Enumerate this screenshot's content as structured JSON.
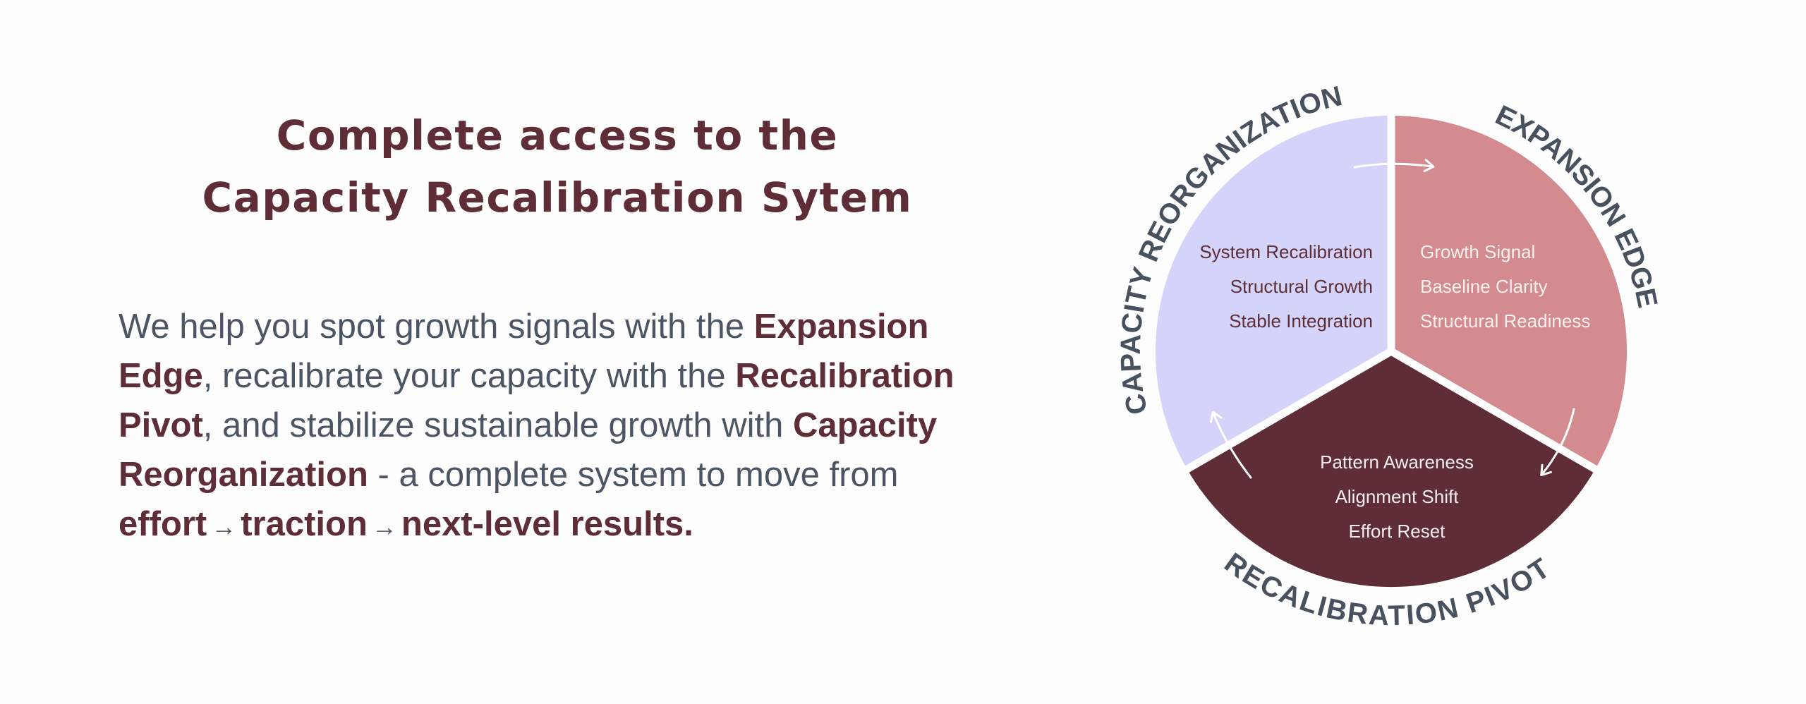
{
  "headline": {
    "line1": "Complete access to the",
    "line2": "Capacity Recalibration Sytem"
  },
  "body": {
    "lines": [
      [
        {
          "t": "We help you spot growth signals with the ",
          "s": "normal"
        },
        {
          "t": "Expansion",
          "s": "bold"
        }
      ],
      [
        {
          "t": "Edge",
          "s": "bold"
        },
        {
          "t": ", recalibrate your capacity with the ",
          "s": "normal"
        },
        {
          "t": "Recalibration",
          "s": "bold"
        }
      ],
      [
        {
          "t": "Pivot",
          "s": "bold"
        },
        {
          "t": ", and stabilize sustainable growth with ",
          "s": "normal"
        },
        {
          "t": "Capacity",
          "s": "bold"
        }
      ],
      [
        {
          "t": "Reorganization",
          "s": "bold"
        },
        {
          "t": " - a complete system to move from",
          "s": "normal"
        }
      ],
      [
        {
          "t": "effort",
          "s": "bold"
        },
        {
          "t": "→",
          "s": "arrow"
        },
        {
          "t": "traction",
          "s": "bold"
        },
        {
          "t": "→",
          "s": "arrow"
        },
        {
          "t": "next-level results.",
          "s": "bold"
        }
      ]
    ]
  },
  "colors": {
    "accent": "#5e2d36",
    "text_gray": "#4b5563",
    "label_gray": "#48515e",
    "lavender": "#d4d3f9",
    "rose": "#d38b8f",
    "maroon": "#5e2d36",
    "background": "#fdfdfe"
  },
  "diagram": {
    "segments": [
      {
        "id": "capacity-reorganization",
        "label": "CAPACITY REORGANIZATION",
        "color": "#d4d3f9",
        "items": [
          "System Recalibration",
          "Structural Growth",
          "Stable Integration"
        ]
      },
      {
        "id": "expansion-edge",
        "label": "EXPANSION EDGE",
        "color": "#d38b8f",
        "items": [
          "Growth Signal",
          "Baseline Clarity",
          "Structural Readiness"
        ]
      },
      {
        "id": "recalibration-pivot",
        "label": "RECALIBRATION PIVOT",
        "color": "#5e2d36",
        "items": [
          "Pattern Awareness",
          "Alignment Shift",
          "Effort Reset"
        ]
      }
    ],
    "flow_arrows": [
      {
        "from": "capacity-reorganization",
        "to": "expansion-edge"
      },
      {
        "from": "expansion-edge",
        "to": "recalibration-pivot"
      },
      {
        "from": "recalibration-pivot",
        "to": "capacity-reorganization"
      }
    ]
  }
}
